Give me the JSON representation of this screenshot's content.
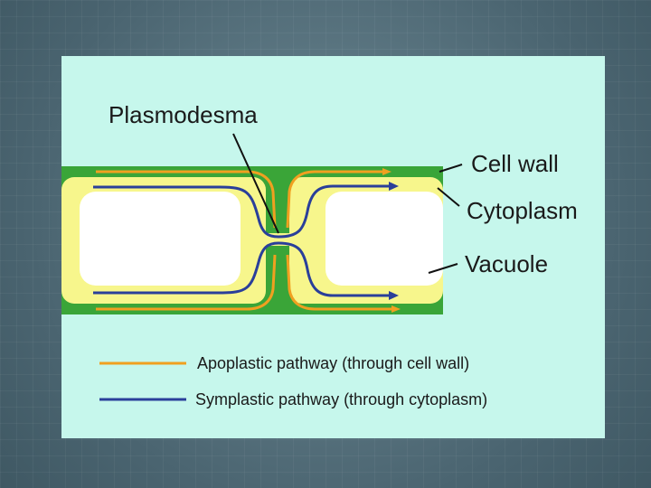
{
  "labels": {
    "plasmodesma": "Plasmodesma",
    "cell_wall": "Cell wall",
    "cytoplasm": "Cytoplasm",
    "vacuole": "Vacuole"
  },
  "legend": [
    {
      "text": "Apoplastic pathway (through cell wall)",
      "color": "#f0a020"
    },
    {
      "text": "Symplastic pathway (through cytoplasm)",
      "color": "#2a3f9a"
    }
  ],
  "colors": {
    "cell_wall": "#3aa538",
    "cytoplasm": "#f7f68c",
    "vacuole": "#ffffff",
    "background": "#c6f7ec"
  }
}
